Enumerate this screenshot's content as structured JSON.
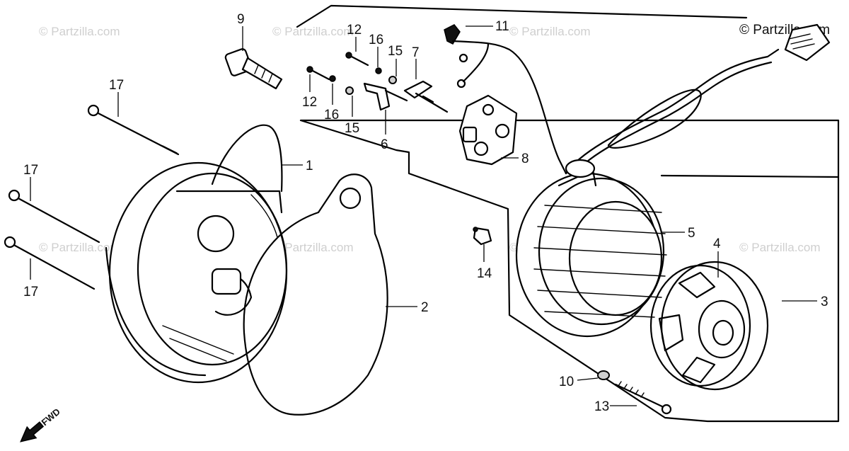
{
  "copyright": "© Partzilla.com",
  "watermark": "© Partzilla.com",
  "fwd_label": "FWD",
  "callouts": [
    "1",
    "2",
    "3",
    "4",
    "5",
    "6",
    "7",
    "8",
    "9",
    "10",
    "11",
    "12",
    "12",
    "13",
    "14",
    "15",
    "15",
    "16",
    "16",
    "17",
    "17",
    "17"
  ]
}
